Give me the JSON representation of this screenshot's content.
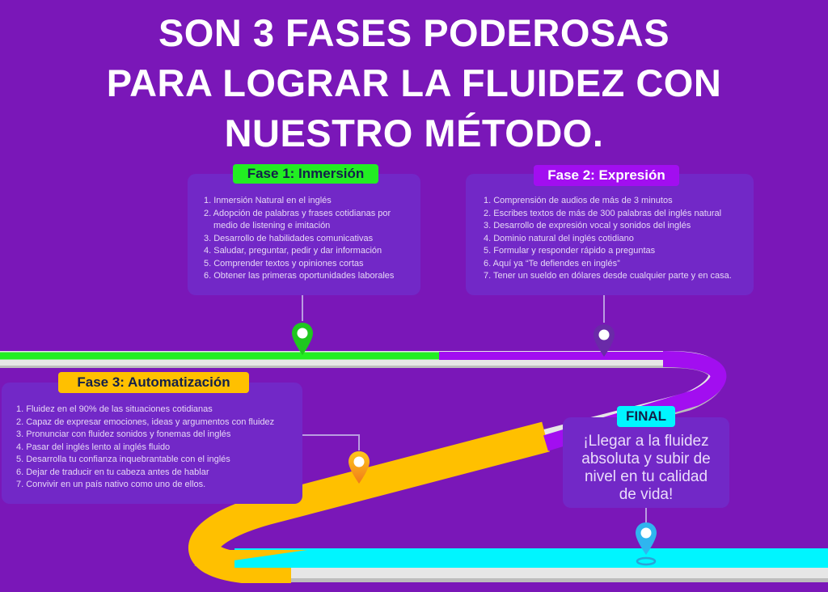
{
  "title": {
    "lines": [
      "SON 3 FASES PODEROSAS",
      "PARA LOGRAR LA FLUIDEZ CON",
      "NUESTRO MÉTODO."
    ]
  },
  "colors": {
    "background": "#7a17b8",
    "card": "#7228c7",
    "phase1": "#22ee22",
    "phase2": "#a20ef0",
    "phase3": "#ffc000",
    "final": "#00f5ff",
    "road_edge": "#d6d6d6"
  },
  "phases": [
    {
      "badge": "Fase 1: Inmersión",
      "marker_icon": "green-map-pin-icon",
      "items": [
        "1. Inmersión Natural en el inglés",
        "2. Adopción de palabras y frases cotidianas por medio de listening e imitación",
        "3. Desarrollo de habilidades comunicativas",
        "4. Saludar, preguntar, pedir y dar información",
        "5. Comprender textos y opiniones cortas",
        "6. Obtener las primeras oportunidades laborales"
      ]
    },
    {
      "badge": "Fase 2: Expresión",
      "marker_icon": "purple-map-pin-icon",
      "items": [
        "1. Comprensión de audios de más de 3 minutos",
        "2. Escribes textos de más de 300 palabras del inglés natural",
        "3. Desarrollo de expresión vocal y sonidos del inglés",
        "4. Dominio natural del inglés cotidiano",
        "5. Formular y responder rápido a preguntas",
        "6. Aquí ya “Te defiendes en inglés”",
        "7. Tener un sueldo en dólares desde cualquier parte y en casa."
      ]
    },
    {
      "badge": "Fase 3: Automatización",
      "marker_icon": "orange-map-pin-icon",
      "items": [
        "1. Fluidez en el 90% de las situaciones cotidianas",
        "2. Capaz de expresar emociones, ideas y argumentos con fluidez",
        "3. Pronunciar con fluidez sonidos y fonemas del inglés",
        "4. Pasar del inglés lento al inglés fluido",
        "5. Desarrolla tu confianza inquebrantable con el inglés",
        "6. Dejar de traducir en tu cabeza antes de hablar",
        "7. Convivir en un país nativo como uno de ellos."
      ]
    }
  ],
  "final": {
    "badge": "FINAL",
    "lines": [
      "¡Llegar a la fluidez",
      "absoluta y subir de",
      "nivel en tu calidad",
      "de vida!"
    ],
    "marker_icon": "cyan-map-pin-icon"
  }
}
